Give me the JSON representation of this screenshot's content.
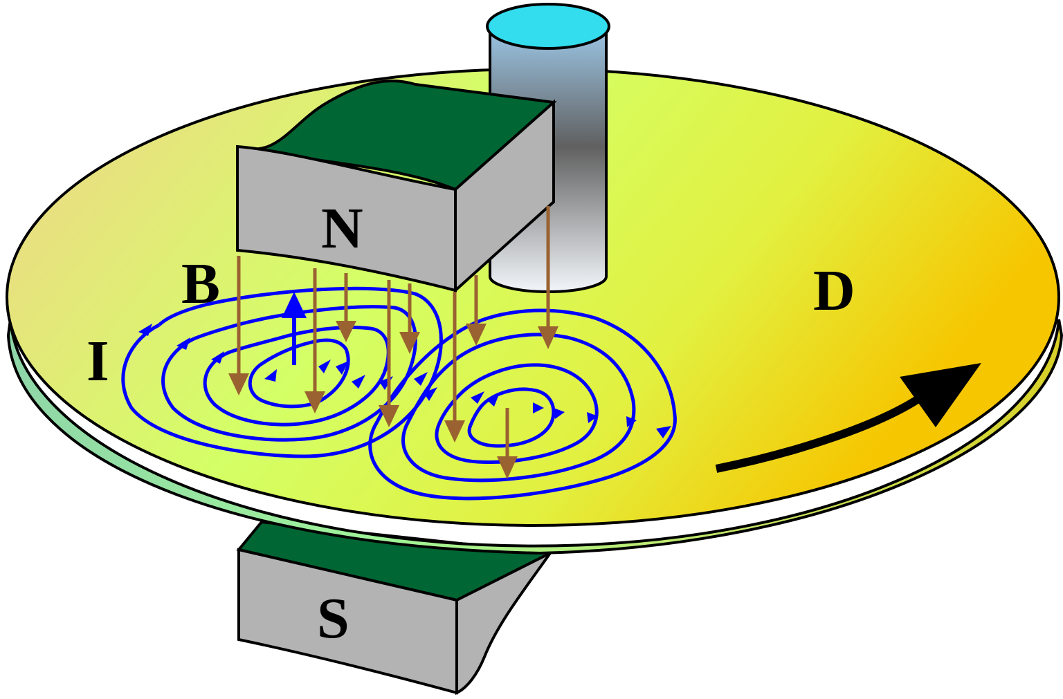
{
  "labels": {
    "north_pole": "N",
    "south_pole": "S",
    "field": "B",
    "current": "I",
    "disc": "D"
  },
  "colors": {
    "disc_left": "#f0d48a",
    "disc_center": "#d4ff66",
    "disc_right": "#f2c400",
    "disc_edge_left": "#8fd6a8",
    "disc_edge_mid": "#9ef29a",
    "disc_edge_right": "#c8d43a",
    "magnet_face": "#b3b3b3",
    "magnet_top": "#006633",
    "eddy_current": "#0000ff",
    "field_arrow": "#9a6230",
    "rotation_arrow": "#000000",
    "axle_top": "#33ddee"
  }
}
